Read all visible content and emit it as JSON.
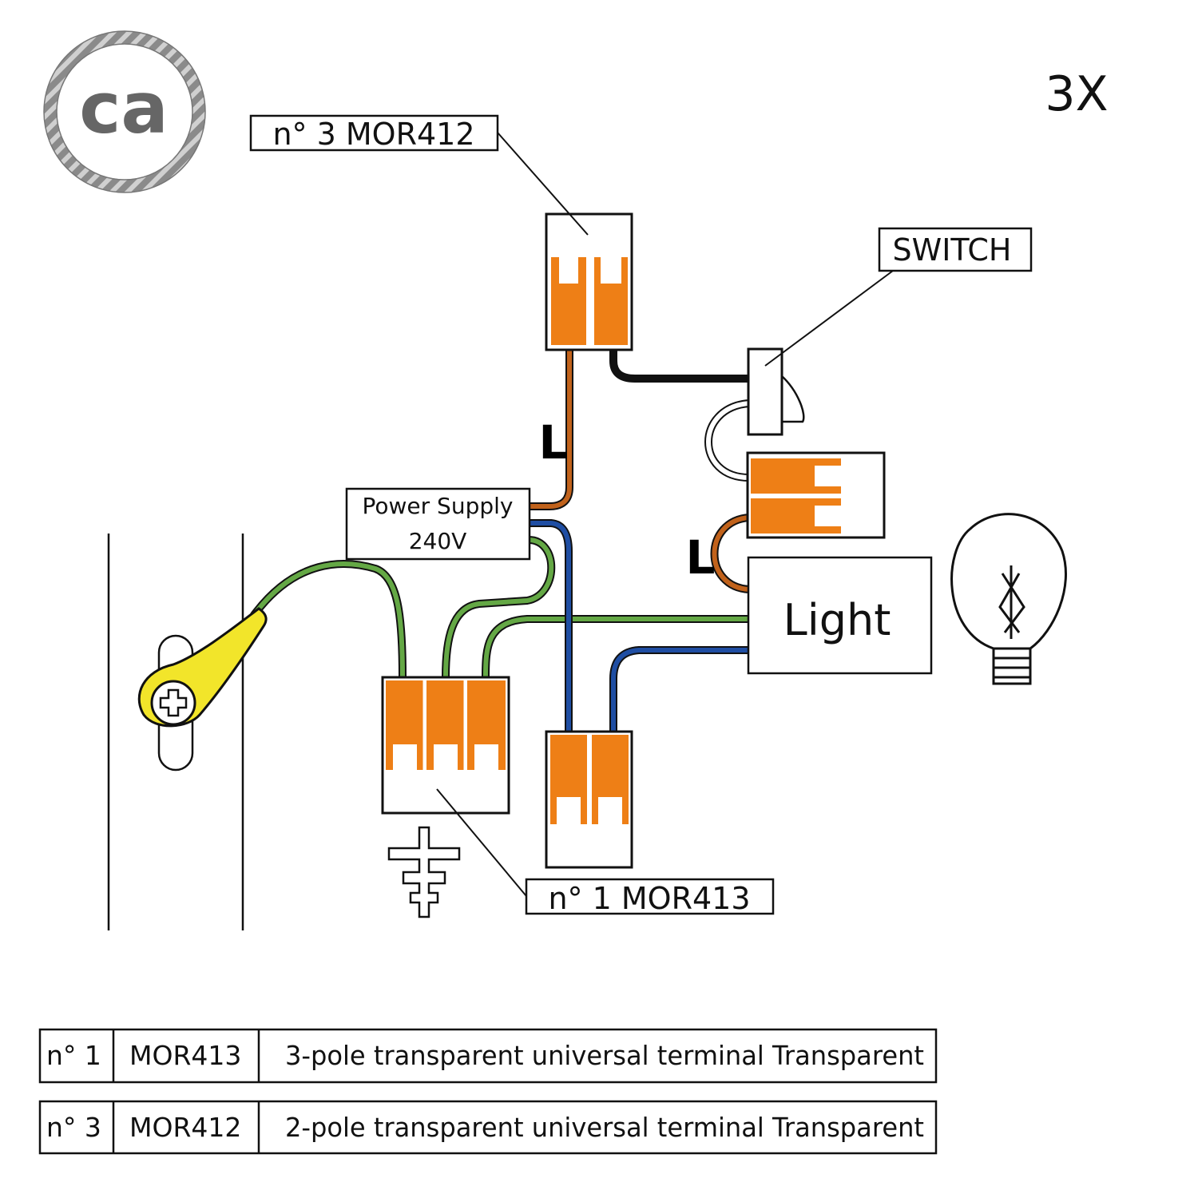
{
  "logo": {
    "text": "ca"
  },
  "quantity": "3X",
  "labels": {
    "connector_top": "n° 3 MOR412",
    "connector_bottom": "n° 1 MOR413",
    "switch": "SWITCH",
    "power_supply_line1": "Power Supply",
    "power_supply_line2": "240V",
    "light": "Light",
    "live_top": "L",
    "live_bottom": "L"
  },
  "colors": {
    "terminal_orange": "#EE7F16",
    "live_brown": "#C1621B",
    "neutral_blue": "#1F4EA3",
    "earth_green": "#64A845",
    "earth_lug_yellow": "#F2E52A",
    "switch_black": "#111111",
    "logo_gray": "#666666"
  },
  "icons": [
    "rope-ring-logo",
    "earth-screw-lug-icon",
    "ground-symbol-icon",
    "light-bulb-icon"
  ],
  "parts_table": [
    {
      "qty": "n° 1",
      "code": "MOR413",
      "description": "3-pole transparent universal terminal Transparent"
    },
    {
      "qty": "n° 3",
      "code": "MOR412",
      "description": "2-pole transparent universal terminal Transparent"
    }
  ]
}
